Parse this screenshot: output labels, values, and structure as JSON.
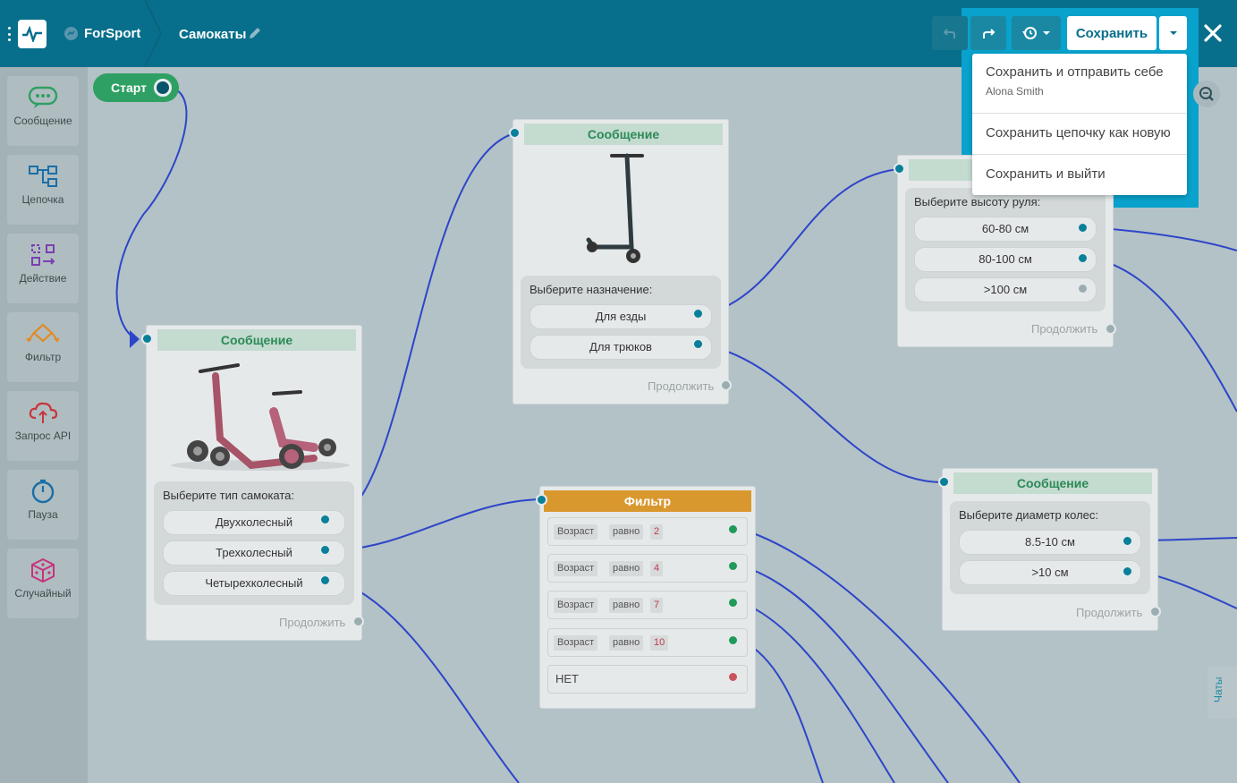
{
  "header": {
    "bot_name": "ForSport",
    "chain_name": "Самокаты",
    "save_label": "Сохранить",
    "icons": {
      "logo": "pulse-icon",
      "bot": "messenger-icon",
      "edit": "pencil-icon",
      "undo": "undo-icon",
      "redo": "redo-icon",
      "history": "history-icon",
      "dropdown": "caret-down-icon",
      "close": "close-icon"
    }
  },
  "save_menu": {
    "items": [
      {
        "label": "Сохранить и отправить себе",
        "sub": "Alona Smith"
      },
      {
        "label": "Сохранить цепочку как новую"
      },
      {
        "label": "Сохранить и выйти"
      }
    ]
  },
  "sidebar": {
    "tools": [
      {
        "label": "Сообщение",
        "icon": "message-icon",
        "color": "#2fa063"
      },
      {
        "label": "Цепочка",
        "icon": "chain-icon",
        "color": "#1a6fa8"
      },
      {
        "label": "Действие",
        "icon": "action-icon",
        "color": "#7b3fb0"
      },
      {
        "label": "Фильтр",
        "icon": "filter-icon",
        "color": "#e08a2a"
      },
      {
        "label": "Запрос API",
        "icon": "api-cloud-icon",
        "color": "#c9343d"
      },
      {
        "label": "Пауза",
        "icon": "clock-icon",
        "color": "#1a6fa8"
      },
      {
        "label": "Случайный",
        "icon": "dice-icon",
        "color": "#c4347e"
      }
    ]
  },
  "canvas": {
    "start_label": "Старт",
    "chats_label": "Чаты",
    "node1": {
      "title": "Сообщение",
      "question": "Выберите тип самоката:",
      "options": [
        "Двухколесный",
        "Трехколесный",
        "Четырехколесный"
      ],
      "continue": "Продолжить"
    },
    "node2": {
      "title": "Сообщение",
      "question": "Выберите назначение:",
      "options": [
        "Для езды",
        "Для трюков"
      ],
      "continue": "Продолжить"
    },
    "node3": {
      "question": "Выберите высоту руля:",
      "options": [
        "60-80 см",
        "80-100 см",
        ">100 см"
      ],
      "continue": "Продолжить"
    },
    "node4": {
      "title": "Сообщение",
      "question": "Выберите диаметр колес:",
      "options": [
        "8.5-10 см",
        ">10 см"
      ],
      "continue": "Продолжить"
    },
    "filter": {
      "title": "Фильтр",
      "rows": [
        {
          "field": "Возраст",
          "op": "равно",
          "value": "2"
        },
        {
          "field": "Возраст",
          "op": "равно",
          "value": "4"
        },
        {
          "field": "Возраст",
          "op": "равно",
          "value": "7"
        },
        {
          "field": "Возраст",
          "op": "равно",
          "value": "10"
        }
      ],
      "else_label": "НЕТ"
    }
  },
  "colors": {
    "header": "#076f8b",
    "accent": "#08a2cc",
    "edge": "#2e45c8",
    "message_head": "#2b8a56",
    "filter_head": "#d9982e"
  }
}
